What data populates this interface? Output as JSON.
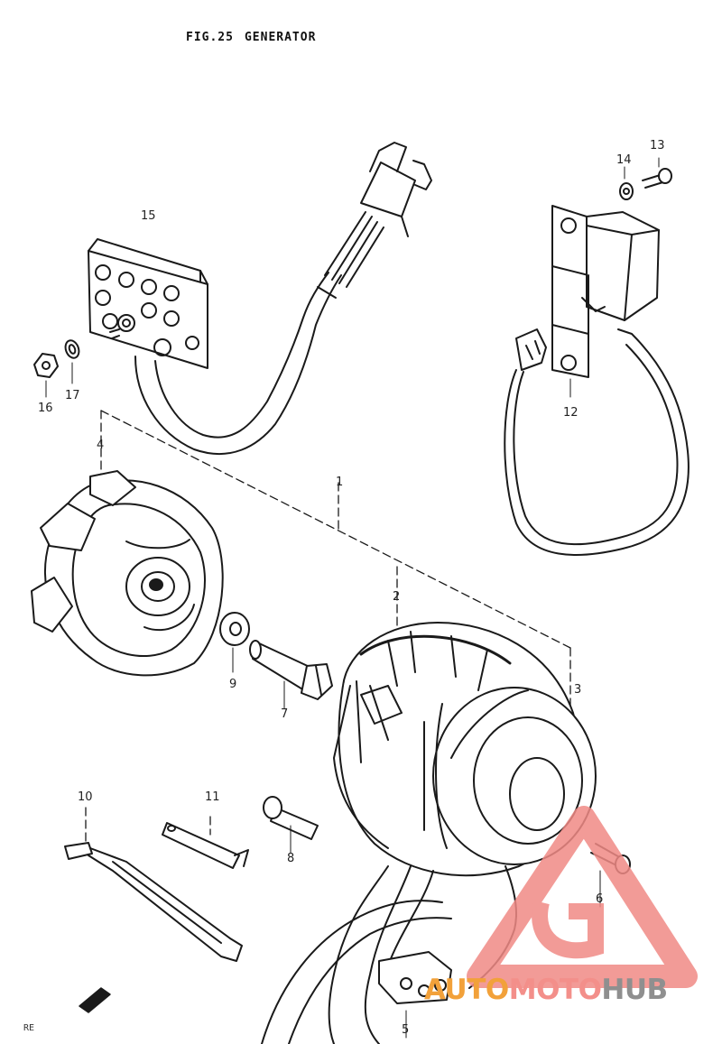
{
  "figure": {
    "fig": "FIG.25",
    "name": "GENERATOR"
  },
  "callouts": [
    "1",
    "2",
    "3",
    "4",
    "5",
    "7",
    "8",
    "9",
    "10",
    "11",
    "12",
    "13",
    "14",
    "15",
    "16",
    "17",
    "6",
    "8"
  ],
  "corner_text": "RE",
  "watermark": {
    "part1": "AUTO",
    "part2": "MOTO",
    "part3": "HUB",
    "colors": [
      "#f2a13a",
      "#f38f8a",
      "#8f8f8f"
    ]
  }
}
